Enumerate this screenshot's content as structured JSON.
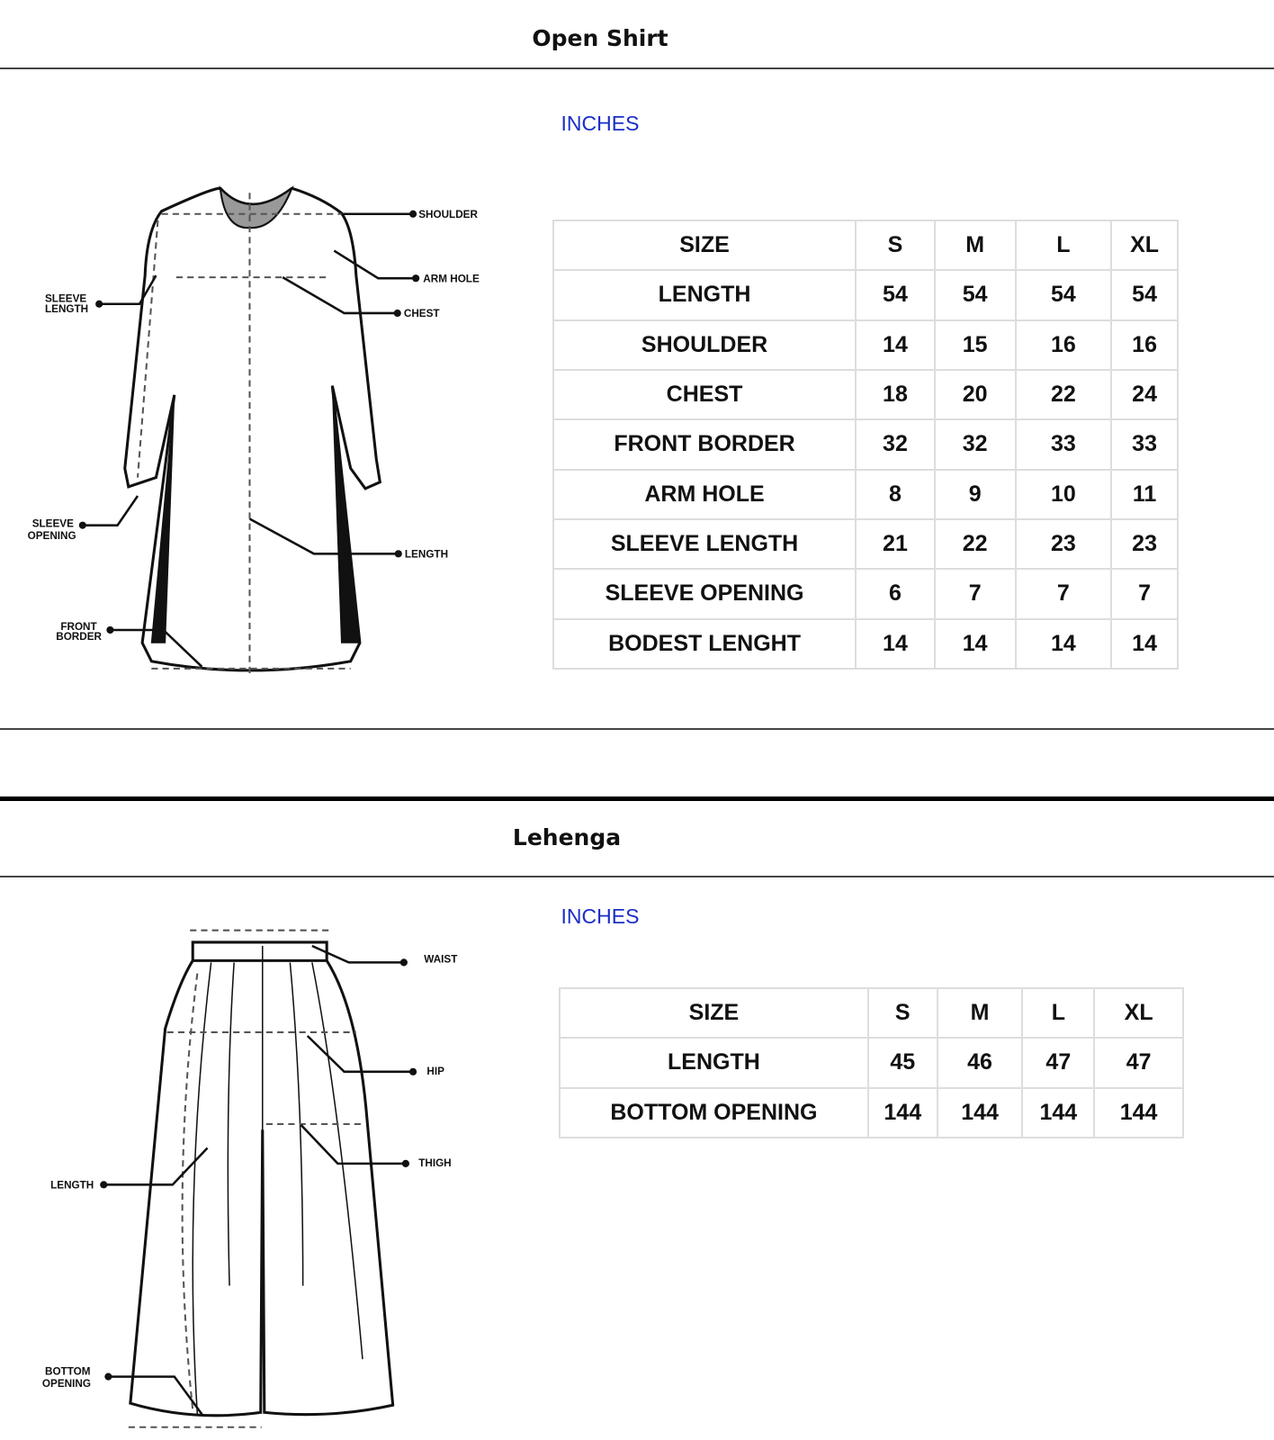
{
  "sections": [
    {
      "title": "Open Shirt",
      "units": "INCHES",
      "diagram_labels": {
        "shoulder": "SHOULDER",
        "arm_hole": "ARM HOLE",
        "chest": "CHEST",
        "sleeve_length_1": "SLEEVE",
        "sleeve_length_2": "LENGTH",
        "sleeve_opening_1": "SLEEVE",
        "sleeve_opening_2": "OPENING",
        "length": "LENGTH",
        "front_border_1": "FRONT",
        "front_border_2": "BORDER"
      },
      "table": {
        "headers": [
          "SIZE",
          "S",
          "M",
          "L",
          "XL"
        ],
        "rows": [
          [
            "LENGTH",
            "54",
            "54",
            "54",
            "54"
          ],
          [
            "SHOULDER",
            "14",
            "15",
            "16",
            "16"
          ],
          [
            "CHEST",
            "18",
            "20",
            "22",
            "24"
          ],
          [
            "FRONT BORDER",
            "32",
            "32",
            "33",
            "33"
          ],
          [
            "ARM HOLE",
            "8",
            "9",
            "10",
            "11"
          ],
          [
            "SLEEVE LENGTH",
            "21",
            "22",
            "23",
            "23"
          ],
          [
            "SLEEVE OPENING",
            "6",
            "7",
            "7",
            "7"
          ],
          [
            "BODEST LENGHT",
            "14",
            "14",
            "14",
            "14"
          ]
        ]
      }
    },
    {
      "title": "Lehenga",
      "units": "INCHES",
      "diagram_labels": {
        "waist": "WAIST",
        "hip": "HIP",
        "thigh": "THIGH",
        "length": "LENGTH",
        "bottom_opening_1": "BOTTOM",
        "bottom_opening_2": "OPENING"
      },
      "table": {
        "headers": [
          "SIZE",
          "S",
          "M",
          "L",
          "XL"
        ],
        "rows": [
          [
            "LENGTH",
            "45",
            "46",
            "47",
            "47"
          ],
          [
            "BOTTOM OPENING",
            "144",
            "144",
            "144",
            "144"
          ]
        ]
      }
    }
  ],
  "colors": {
    "units": "#1a2fc8",
    "border": "#dddddd"
  }
}
